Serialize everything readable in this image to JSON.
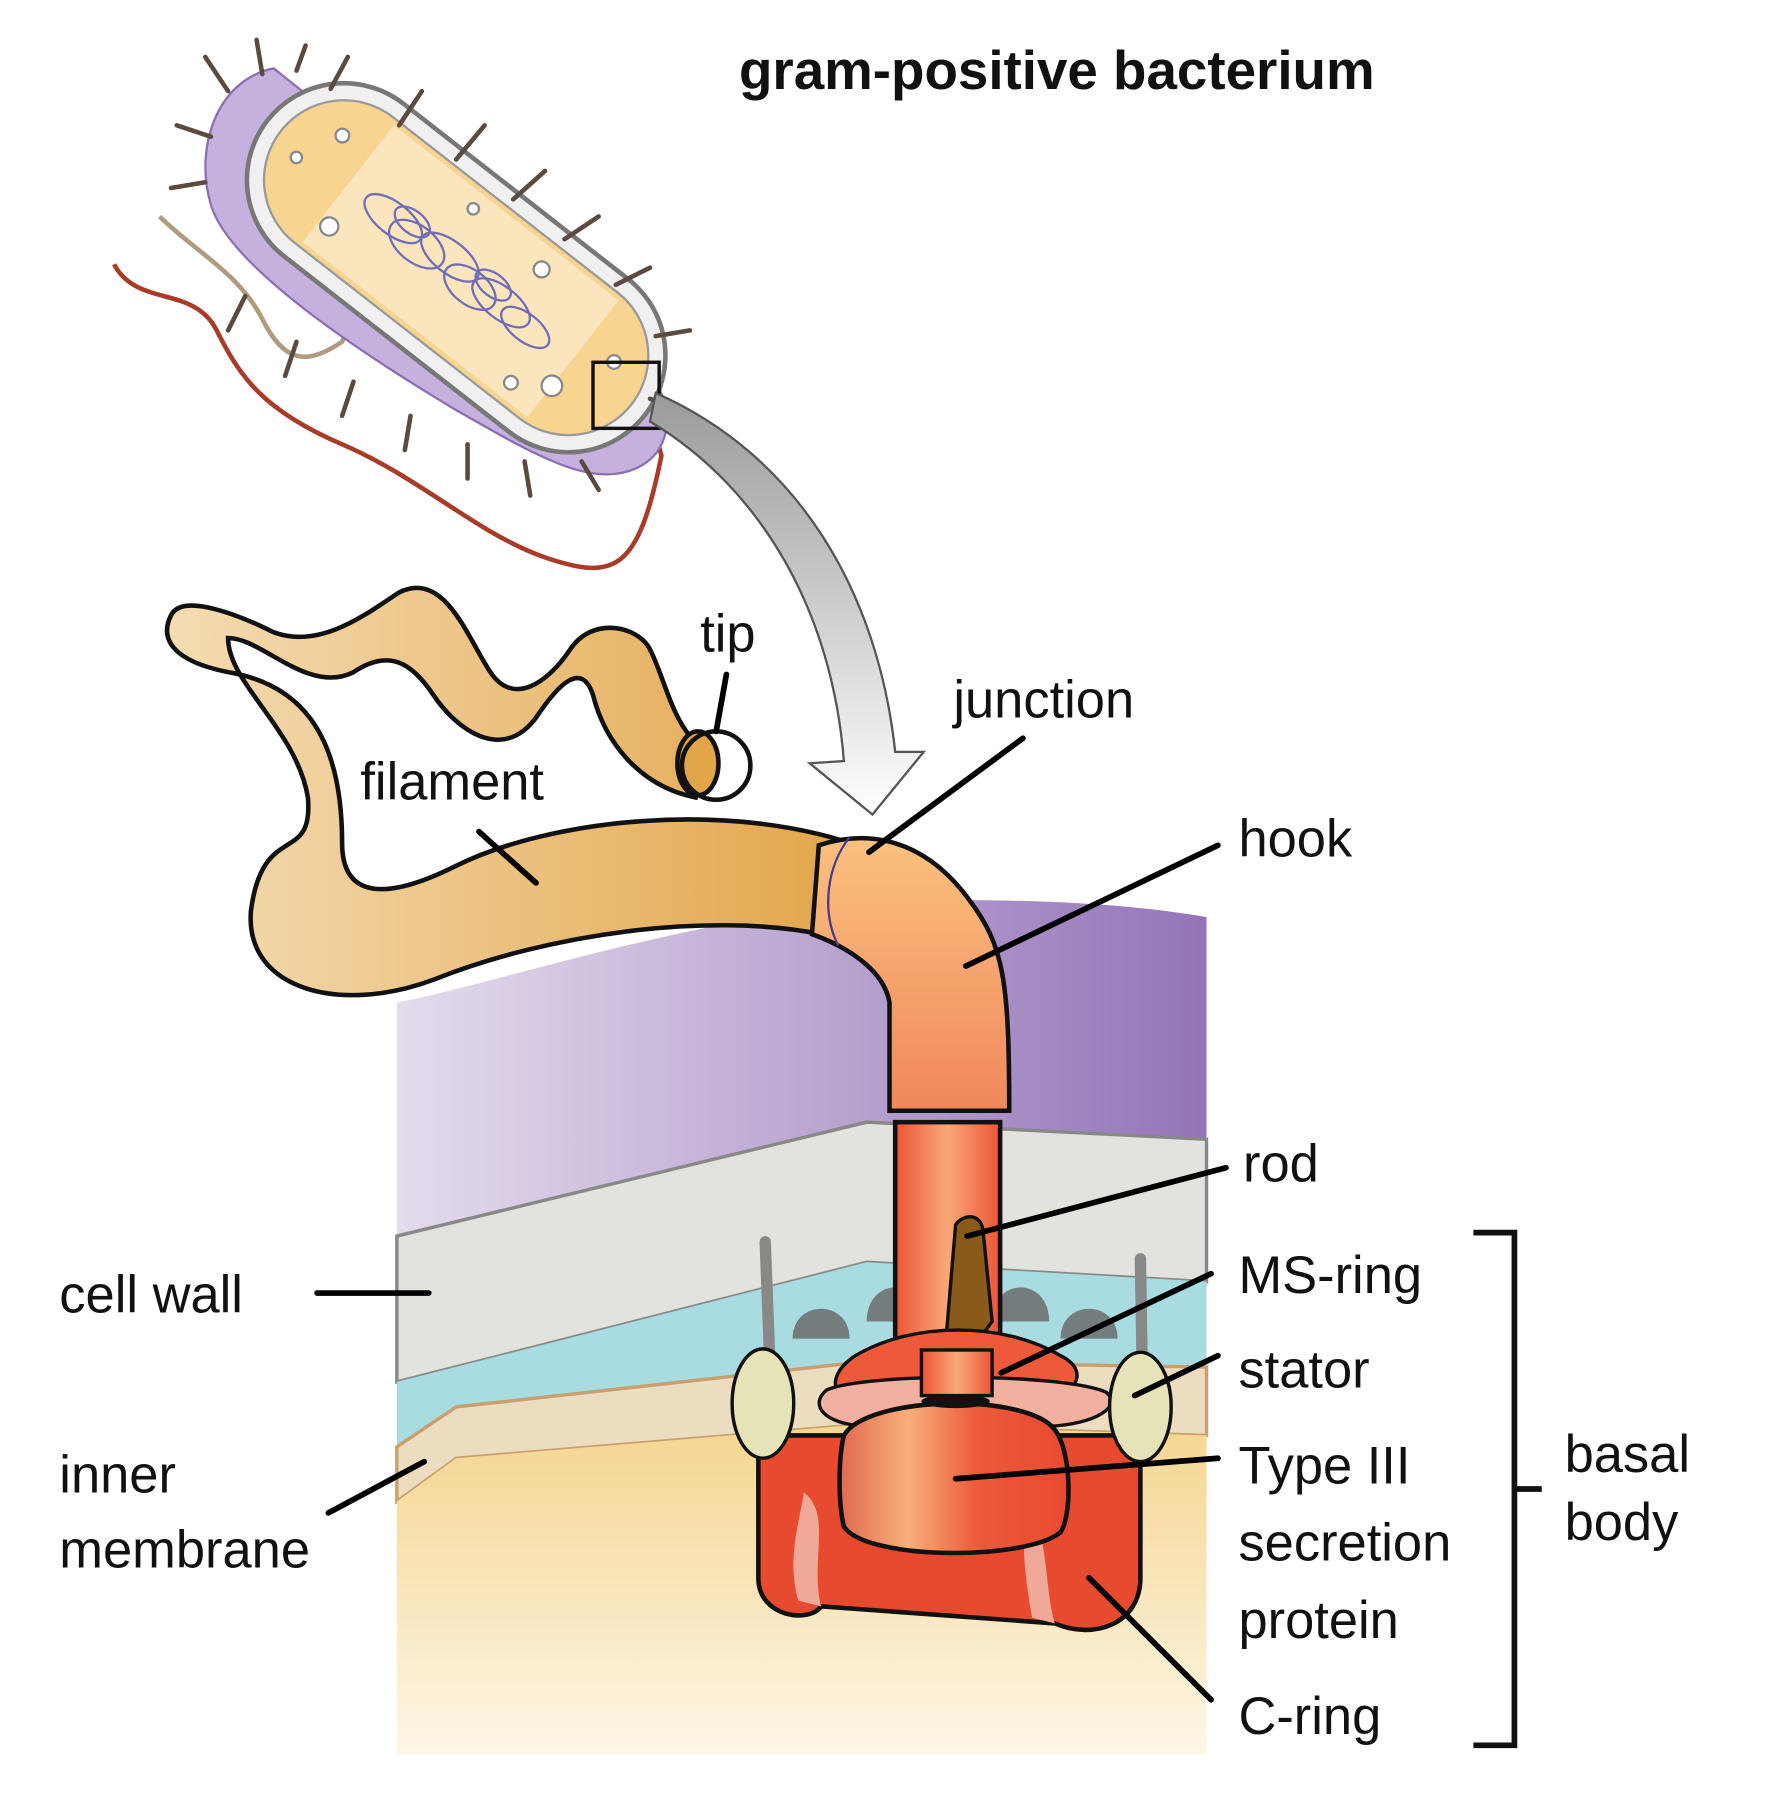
{
  "title": "gram-positive bacterium",
  "labels": {
    "tip": "tip",
    "junction": "junction",
    "filament": "filament",
    "hook": "hook",
    "rod": "rod",
    "ms_ring": "MS-ring",
    "stator": "stator",
    "type3": [
      "Type III",
      "secretion",
      "protein"
    ],
    "c_ring": "C-ring",
    "basal_body": [
      "basal",
      "body"
    ],
    "cell_wall": "cell wall",
    "inner_membrane": [
      "inner",
      "membrane"
    ]
  },
  "colors": {
    "filament": "#e8b060",
    "hook": "#f5a86a",
    "rod": "#ee5a3a",
    "c_ring": "#e84a30",
    "cell_wall": "#e2e2de",
    "outer_layer": "#9b7fc0",
    "periplasm": "#a8dde0",
    "membrane": "#ecdcc0",
    "cytoplasm": "#f6dc98",
    "stator": "#e6e3b8"
  }
}
